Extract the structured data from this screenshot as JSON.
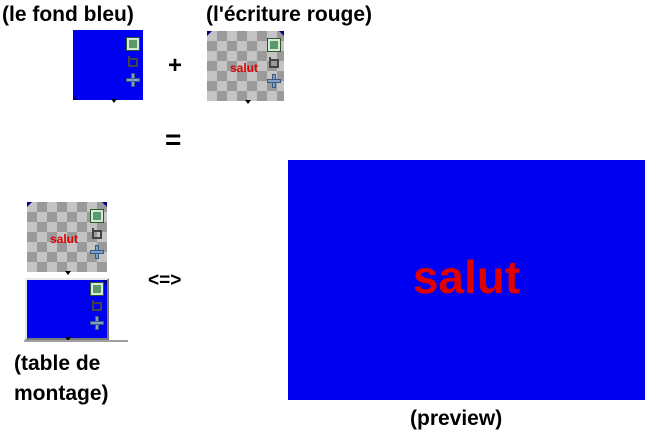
{
  "labels": {
    "blue_background": "(le fond bleu)",
    "red_text": "(l'écriture rouge)",
    "timeline": "(table de\nmontage)",
    "preview": "(preview)"
  },
  "operators": {
    "plus": "+",
    "equals": "=",
    "equivalent": "<=>"
  },
  "clip_text": "salut",
  "preview_text": "salut",
  "colors": {
    "blue": "#0000f0",
    "red": "#e00000",
    "checker_light": "#c4c4c4",
    "checker_dark": "#9a9a9a"
  },
  "icons": [
    "film-icon",
    "crop-icon",
    "move-icon"
  ]
}
